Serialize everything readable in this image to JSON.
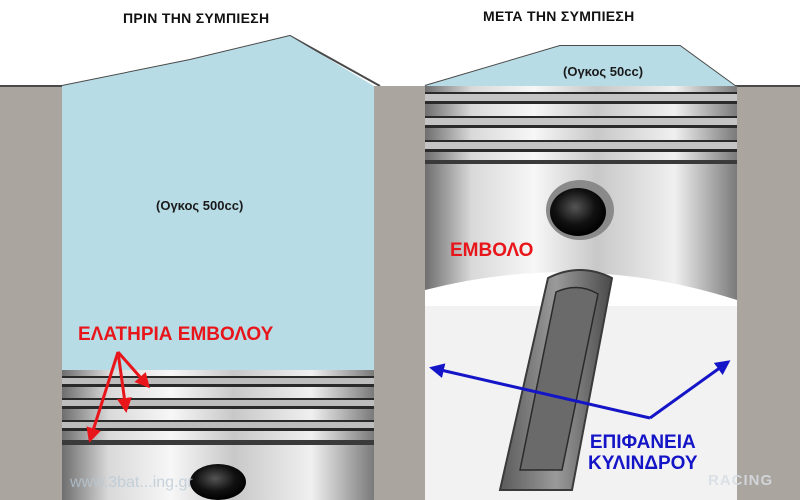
{
  "before": {
    "title": "ΠΡΙΝ ΤΗΝ ΣΥΜΠΙΕΣΗ",
    "volume": "(Ογκος 500cc)",
    "rings_label": "ΕΛΑΤΗΡΙΑ ΕΜΒΟΛΟΥ"
  },
  "after": {
    "title": "ΜΕΤΑ ΤΗΝ ΣΥΜΠΙΕΣΗ",
    "volume": "(Ογκος 50cc)",
    "piston_label": "ΕΜΒΟΛΟ",
    "cylinder_label_line1": "ΕΠΙΦΑΝΕΙΑ",
    "cylinder_label_line2": "ΚΥΛΙΝΔΡΟΥ"
  },
  "watermarks": {
    "left": "www.3bat...ing.gr",
    "right": "RACING"
  },
  "colors": {
    "background_gray": "#aaa59f",
    "chamber_blue": "#b8dce6",
    "label_red": "#e8161b",
    "label_blue": "#1515c8"
  }
}
